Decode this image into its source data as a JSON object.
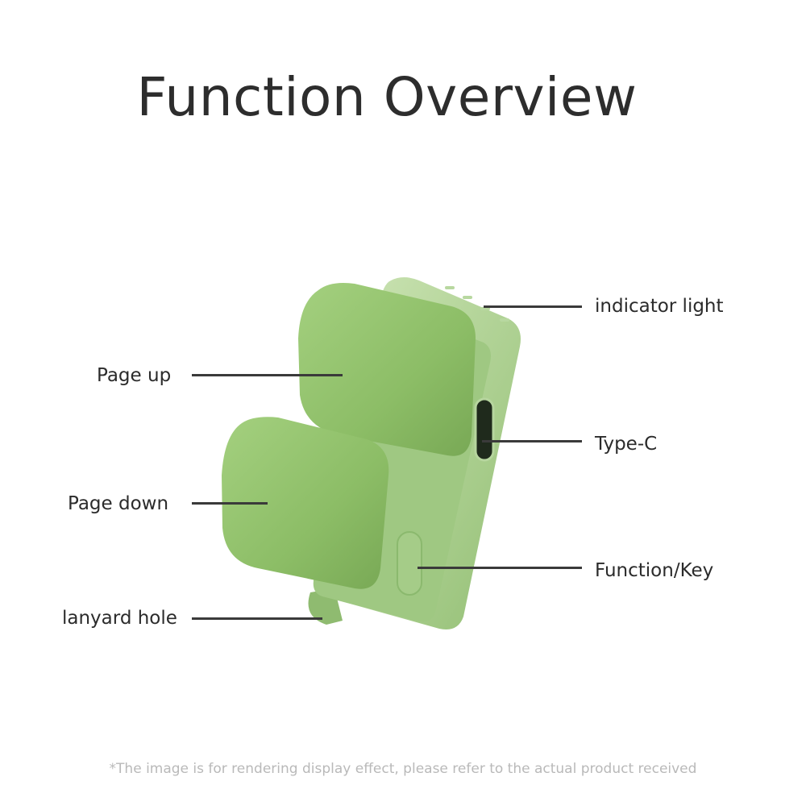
{
  "title": "Function Overview",
  "callouts": {
    "indicator_light": "indicator light",
    "page_up": "Page up",
    "type_c": "Type-C",
    "page_down": "Page down",
    "function_key": "Function/Key",
    "lanyard_hole": "lanyard hole"
  },
  "footer": "*The image is for rendering display effect, please refer to the actual product received",
  "colors": {
    "device_body": "#a9cf8e",
    "device_key": "#8fc06a",
    "callout_line": "#3a3a3a",
    "footer_text": "#b9b9b9"
  }
}
